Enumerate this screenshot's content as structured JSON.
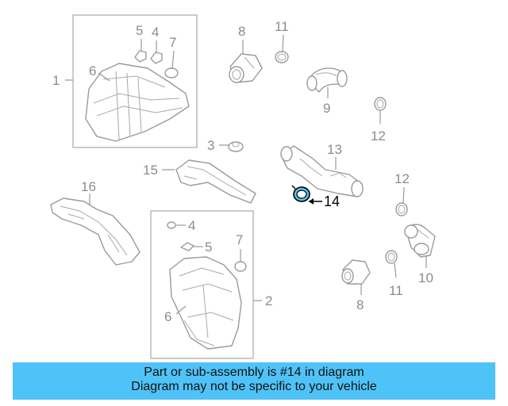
{
  "diagram": {
    "highlight_color": "#4fc3f7",
    "highlighted_part": "14",
    "callouts": {
      "c1": "1",
      "c2": "2",
      "c3": "3",
      "c4a": "4",
      "c4b": "4",
      "c5a": "5",
      "c5b": "5",
      "c6a": "6",
      "c6b": "6",
      "c7a": "7",
      "c7b": "7",
      "c8a": "8",
      "c8b": "8",
      "c9": "9",
      "c10": "10",
      "c11a": "11",
      "c11b": "11",
      "c12a": "12",
      "c12b": "12",
      "c13": "13",
      "c14": "14",
      "c15": "15",
      "c16": "16"
    }
  },
  "banner": {
    "line1": "Part or sub-assembly is #14 in diagram",
    "line2": "Diagram may not be specific to your vehicle"
  }
}
